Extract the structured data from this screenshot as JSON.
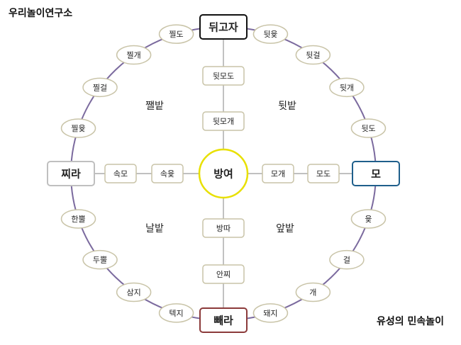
{
  "title": "우리놀이연구소",
  "caption": "유성의 민속놀이",
  "colors": {
    "circle": "#7b6a9e",
    "line": "#9a9a9a",
    "node_border": "#c9c4a8",
    "center_border": "#e8e000",
    "top_corner": "#111111",
    "right_corner": "#1f5f8b",
    "bottom_corner": "#8b3a3a",
    "left_corner": "#bfbfbf"
  },
  "corners": {
    "top": "뒤고자",
    "right": "모",
    "bottom": "빼라",
    "left": "찌라",
    "center": "방여"
  },
  "fields": {
    "upper_left": "쨀밭",
    "upper_right": "뒷밭",
    "lower_left": "날밭",
    "lower_right": "앞밭"
  },
  "ring": {
    "top_to_right": [
      "뒷윷",
      "뒷걸",
      "뒷개",
      "뒷도"
    ],
    "right_to_bottom": [
      "윷",
      "걸",
      "개",
      "돼지"
    ],
    "bottom_to_left": [
      "텍지",
      "삼지",
      "두뿔",
      "한뿔"
    ],
    "left_to_top": [
      "찔윷",
      "찔걸",
      "찔개",
      "찔도"
    ]
  },
  "cross": {
    "top_inner": [
      "뒷모도",
      "뒷모개"
    ],
    "right_inner": [
      "모개",
      "모도"
    ],
    "bottom_inner": [
      "방따",
      "안찌"
    ],
    "left_inner": [
      "속모",
      "속윷"
    ]
  }
}
